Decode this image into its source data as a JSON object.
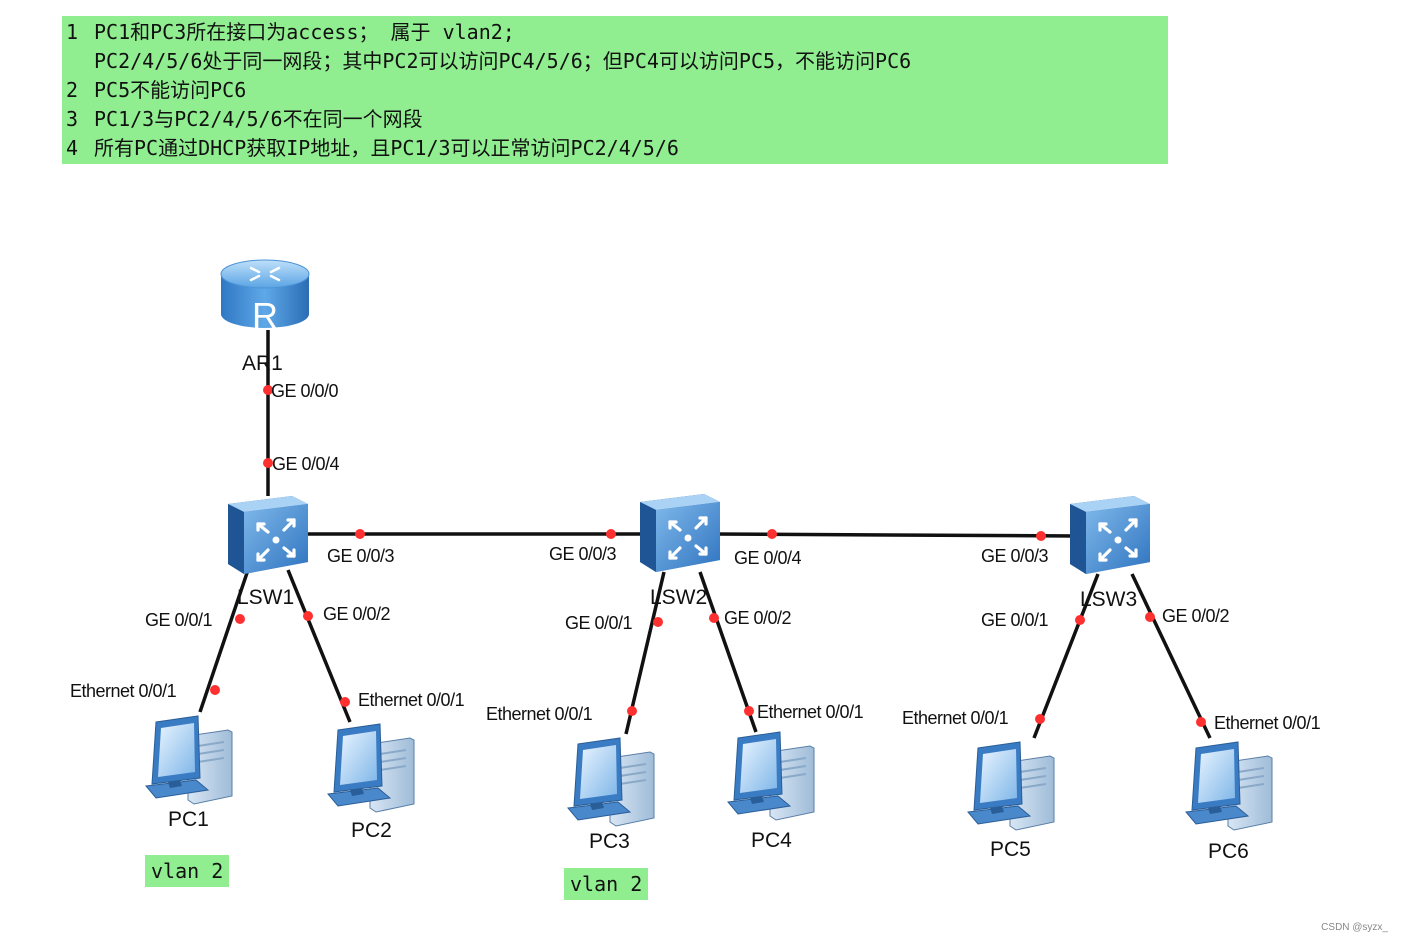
{
  "requirements": [
    {
      "num": "1",
      "text": "PC1和PC3所在接口为access； 属于 vlan2;"
    },
    {
      "num": "",
      "text": "PC2/4/5/6处于同一网段；其中PC2可以访问PC4/5/6；但PC4可以访问PC5，不能访问PC6"
    },
    {
      "num": "2",
      "text": "PC5不能访问PC6"
    },
    {
      "num": "3",
      "text": "PC1/3与PC2/4/5/6不在同一个网段"
    },
    {
      "num": "4",
      "text": "所有PC通过DHCP获取IP地址，且PC1/3可以正常访问PC2/4/5/6"
    }
  ],
  "devices": {
    "router": "AR1",
    "lsw1": "LSW1",
    "lsw2": "LSW2",
    "lsw3": "LSW3",
    "pc1": "PC1",
    "pc2": "PC2",
    "pc3": "PC3",
    "pc4": "PC4",
    "pc5": "PC5",
    "pc6": "PC6"
  },
  "ports": {
    "ar1_ge000": "GE 0/0/0",
    "lsw1_ge004": "GE 0/0/4",
    "lsw1_ge003": "GE 0/0/3",
    "lsw1_ge001": "GE 0/0/1",
    "lsw1_ge002": "GE 0/0/2",
    "lsw2_ge003": "GE 0/0/3",
    "lsw2_ge004": "GE 0/0/4",
    "lsw2_ge001": "GE 0/0/1",
    "lsw2_ge002": "GE 0/0/2",
    "lsw3_ge003": "GE 0/0/3",
    "lsw3_ge001": "GE 0/0/1",
    "lsw3_ge002": "GE 0/0/2",
    "pc1_eth": "Ethernet 0/0/1",
    "pc2_eth": "Ethernet 0/0/1",
    "pc3_eth": "Ethernet 0/0/1",
    "pc4_eth": "Ethernet 0/0/1",
    "pc5_eth": "Ethernet 0/0/1",
    "pc6_eth": "Ethernet 0/0/1"
  },
  "vlan_tags": {
    "pc1": "vlan 2",
    "pc3": "vlan 2"
  },
  "icons": {
    "router": "router-icon",
    "switch": "switch-icon",
    "pc": "pc-icon"
  },
  "colors": {
    "highlight_green": "#90ee90",
    "port_dot": "#ff3030",
    "device_blue": "#3a85d0",
    "link": "#111111"
  },
  "watermark": "CSDN @syzx_"
}
